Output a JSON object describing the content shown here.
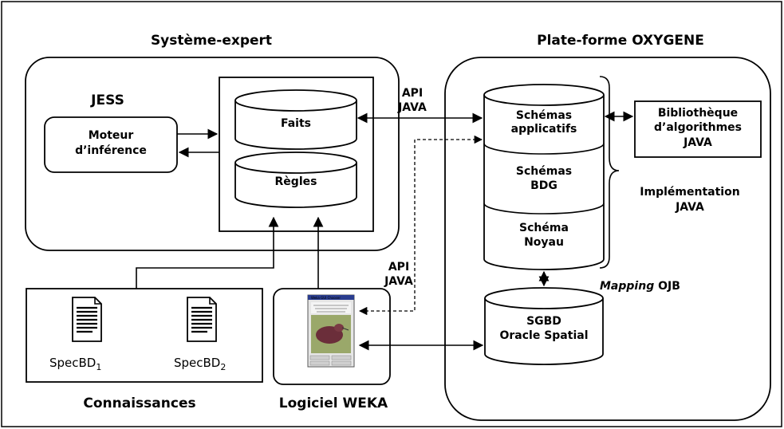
{
  "titles": {
    "expert_system": "Système-expert",
    "platform": "Plate-forme OXYGENE",
    "knowledge": "Connaissances",
    "weka": "Logiciel WEKA"
  },
  "jess": {
    "label": "JESS",
    "engine_line1": "Moteur",
    "engine_line2": "d’inférence",
    "facts": "Faits",
    "rules": "Règles"
  },
  "api_top": {
    "line1": "API",
    "line2": "JAVA"
  },
  "api_mid": {
    "line1": "API",
    "line2": "JAVA"
  },
  "oxygene": {
    "schemas_app_line1": "Schémas",
    "schemas_app_line2": "applicatifs",
    "schemas_bdg_line1": "Schémas",
    "schemas_bdg_line2": "BDG",
    "schema_core_line1": "Schéma",
    "schema_core_line2": "Noyau",
    "library_line1": "Bibliothèque",
    "library_line2": "d’algorithmes",
    "library_line3": "JAVA",
    "impl_line1": "Implémentation",
    "impl_line2": "JAVA",
    "mapping_italic": "Mapping",
    "mapping_rest": " OJB",
    "sgbd_line1": "SGBD",
    "sgbd_line2": "Oracle Spatial"
  },
  "knowledge_docs": [
    {
      "base": "SpecBD",
      "sub": "1"
    },
    {
      "base": "SpecBD",
      "sub": "2"
    }
  ],
  "weka_window_title": "Weka GUI Chooser"
}
